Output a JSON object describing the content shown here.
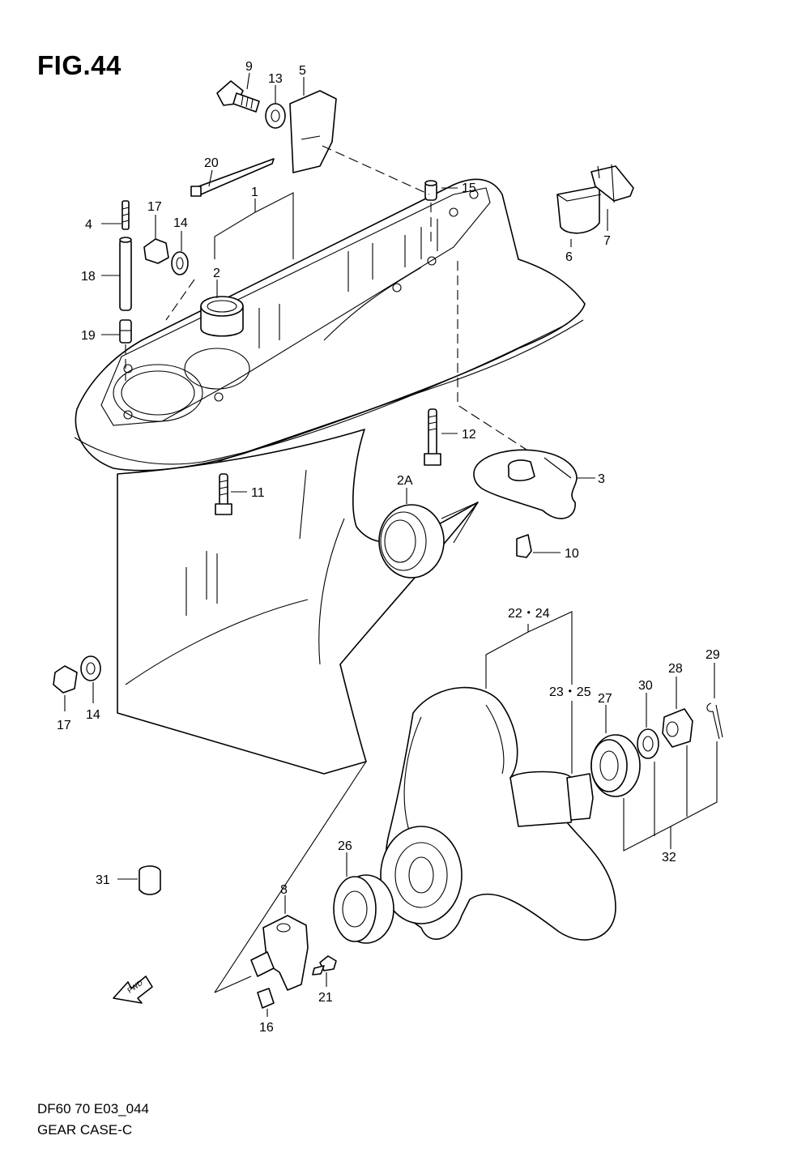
{
  "figure": {
    "title": "FIG.44",
    "code": "DF60 70 E03_044",
    "name": "GEAR CASE-C"
  },
  "callouts": {
    "p1": "1",
    "p2": "2",
    "p2a": "2A",
    "p3": "3",
    "p4": "4",
    "p5": "5",
    "p6": "6",
    "p7": "7",
    "p8": "8",
    "p9": "9",
    "p10": "10",
    "p11": "11",
    "p12": "12",
    "p13": "13",
    "p14a": "14",
    "p14b": "14",
    "p15": "15",
    "p16": "16",
    "p17a": "17",
    "p17b": "17",
    "p18": "18",
    "p19": "19",
    "p20": "20",
    "p21": "21",
    "p22_24": "22・24",
    "p23_25": "23・25",
    "p26": "26",
    "p27": "27",
    "p28": "28",
    "p29": "29",
    "p30": "30",
    "p31": "31",
    "p32": "32"
  },
  "fwd_arrow": {
    "label": "FWD",
    "icon": "fwd-arrow-icon"
  }
}
